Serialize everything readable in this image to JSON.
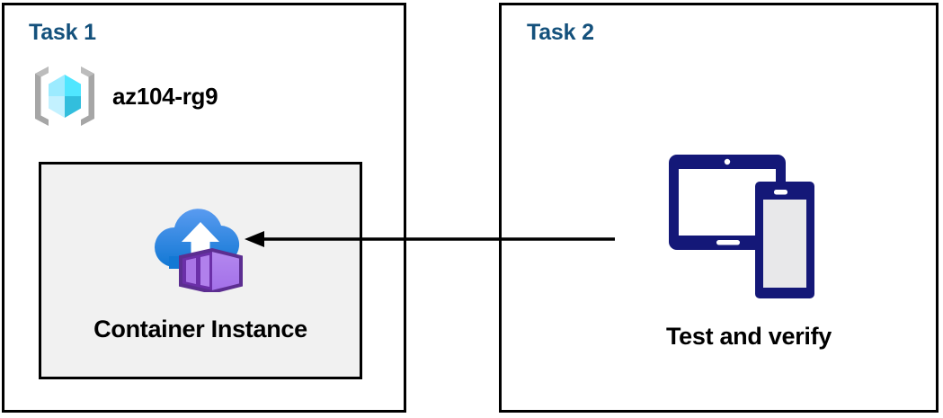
{
  "diagram": {
    "title_color": "#14517c",
    "panels": [
      {
        "id": "task1",
        "title": "Task 1",
        "resource_group": {
          "icon": "azure-resource-group-icon",
          "label": "az104-rg9"
        },
        "card": {
          "icon": "azure-container-instance-icon",
          "label": "Container Instance"
        }
      },
      {
        "id": "task2",
        "title": "Task 2",
        "node": {
          "icon": "tablet-and-phone-devices-icon",
          "label": "Test and verify"
        }
      }
    ],
    "connector": {
      "name": "arrow-task2-to-container-instance",
      "direction": "right-to-left",
      "color": "#000000"
    },
    "colors": {
      "panel_border": "#000000",
      "card_background": "#f1f1f1",
      "device_navy": "#141878",
      "cloud_blue_light": "#5a9bf0",
      "cloud_blue_dark": "#1b7ed6",
      "container_purple_light": "#b180ec",
      "container_purple_dark": "#5c2e91",
      "cube_cyan": "#50e6ff",
      "bracket_gray": "#a6a6a6"
    }
  }
}
